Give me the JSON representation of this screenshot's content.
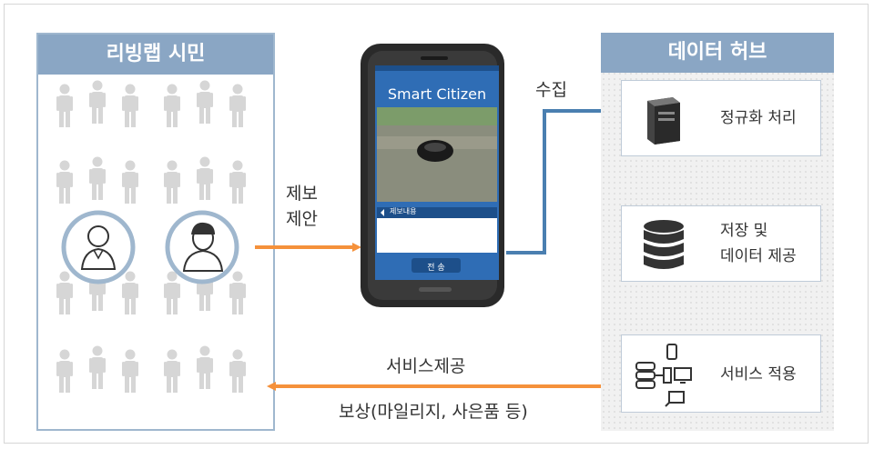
{
  "left_panel": {
    "title": "리빙랩 시민"
  },
  "right_panel": {
    "title": "데이터 허브"
  },
  "phone": {
    "app_title": "Smart Citizen",
    "report_label": "제보내용",
    "send_label": "전 송"
  },
  "labels": {
    "report_suggest_line1": "제보",
    "report_suggest_line2": "제안",
    "collect": "수집",
    "service_provide": "서비스제공",
    "reward": "보상(마일리지, 사은품 등)"
  },
  "hub": {
    "normalize": "정규화 처리",
    "store_line1": "저장 및",
    "store_line2": "데이터 제공",
    "apply": "서비스 적용"
  },
  "colors": {
    "panel_header": "#8aa6c4",
    "orange_arrow": "#f5913b",
    "blue_arrow": "#4a7fb0",
    "person": "#d6d6d6"
  }
}
